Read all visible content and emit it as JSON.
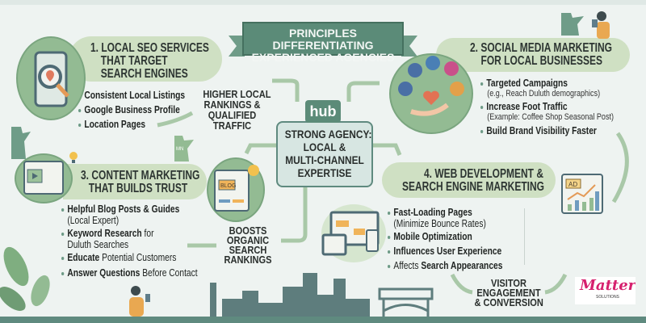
{
  "banner": {
    "title_line1": "PRINCIPLES DIFFERENTIATING",
    "title_line2": "EXPERIENCED AGENCIES"
  },
  "hub": {
    "tag": "hub",
    "line1": "STRONG AGENCY:",
    "line2": "LOCAL &",
    "line3": "MULTI-CHANNEL",
    "line4": "EXPERTISE"
  },
  "section1": {
    "title_lines": [
      "1. LOCAL SEO SERVICES",
      "THAT TARGET",
      "SEARCH ENGINES"
    ],
    "items": [
      "Consistent Local Listings",
      "Google Business Profile",
      "Location Pages"
    ],
    "outcome_lines": [
      "HIGHER LOCAL",
      "RANKINGS &",
      "QUALIFIED",
      "TRAFFIC"
    ],
    "icon": "map-search-icon"
  },
  "section2": {
    "title_lines": [
      "2. SOCIAL MEDIA MARKETING",
      "FOR LOCAL BUSINESSES"
    ],
    "items": [
      {
        "label": "Targeted Campaigns",
        "sub": "(e.g., Reach Duluth demographics)"
      },
      {
        "label": "Increase Foot Traffic",
        "sub": "(Example: Coffee Shop Seasonal Post)"
      },
      {
        "label": "Build Brand Visibility Faster",
        "sub": ""
      }
    ],
    "icon": "social-heart-icon"
  },
  "section3": {
    "title_lines": [
      "3. CONTENT MARKETING",
      "THAT BUILDS TRUST"
    ],
    "items": [
      {
        "bold": "Helpful Blog Posts & Guides",
        "rest": "",
        "line2": "(Local Expert)"
      },
      {
        "bold": "Keyword Research",
        "rest": " for",
        "line2": "Duluth Searches"
      },
      {
        "bold": "Educate",
        "rest": " Potential Customers",
        "line2": ""
      },
      {
        "bold": "Answer Questions",
        "rest": " Before Contact",
        "line2": ""
      }
    ],
    "blog_label": "BLOG",
    "outcome_lines": [
      "BOOSTS",
      "ORGANIC",
      "SEARCH",
      "RANKINGS"
    ]
  },
  "section4": {
    "title_lines": [
      "4. WEB DEVELOPMENT &",
      "SEARCH ENGINE MARKETING"
    ],
    "items": [
      {
        "pre": "",
        "bold": "Fast-Loading Pages",
        "line2": "(Minimize Bounce Rates)"
      },
      {
        "pre": "",
        "bold": "Mobile Optimization",
        "line2": ""
      },
      {
        "pre": "",
        "bold": "Influences User Experience",
        "line2": ""
      },
      {
        "pre": "Affects ",
        "bold": "Search Appearances",
        "line2": ""
      }
    ],
    "ad_label": "AD",
    "outcome_lines": [
      "VISITOR",
      "ENGAGEMENT",
      "& CONVERSION"
    ]
  },
  "map_label": "MN",
  "logo": {
    "name": "Matter",
    "sub": "SOLUTIONS",
    "color": "#d6206e"
  },
  "colors": {
    "teal": "#5b8b78",
    "pill": "#cfe0c3",
    "circle": "#93bb93",
    "background": "#eef3f1"
  }
}
